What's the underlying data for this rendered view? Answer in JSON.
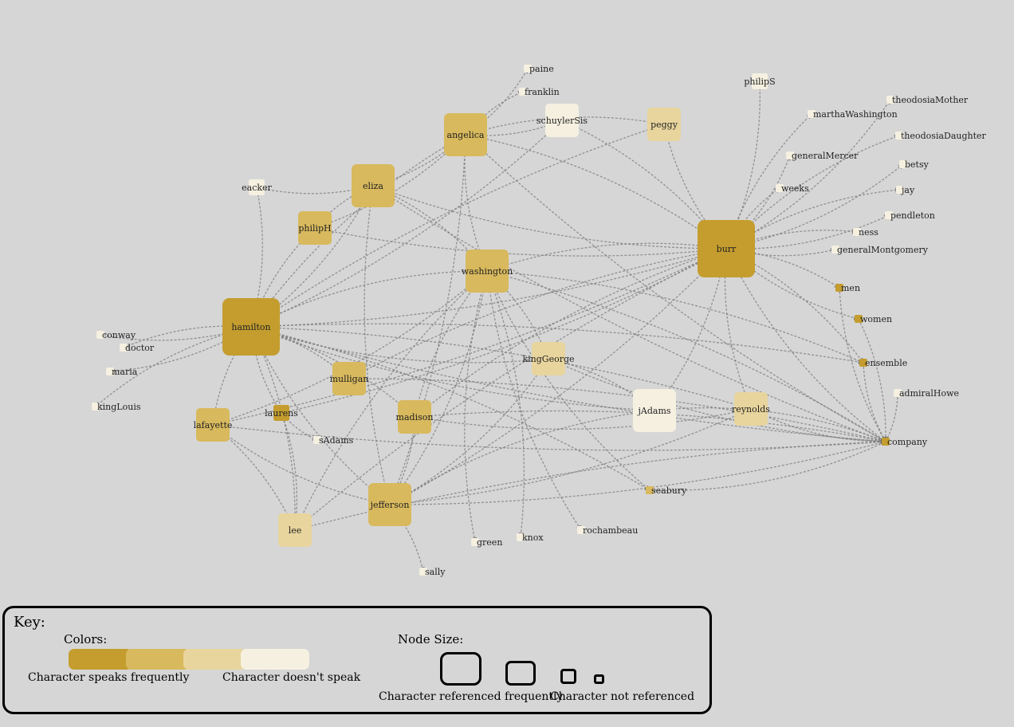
{
  "legend": {
    "title": "Key:",
    "colors_title": "Colors:",
    "color_high_label": "Character speaks frequently",
    "color_low_label": "Character doesn't speak",
    "size_title": "Node Size:",
    "size_high_label": "Character referenced frequently",
    "size_low_label": "Character not referenced",
    "color_scale": [
      "#c49d2e",
      "#d8b95d",
      "#e8d59d",
      "#f5f0e0"
    ]
  },
  "colors": {
    "background": "#d6d6d6",
    "edge": "#7a7a7a"
  },
  "nodes": [
    {
      "id": "hamilton",
      "label": "hamilton",
      "level": 0,
      "size": 4
    },
    {
      "id": "burr",
      "label": "burr",
      "level": 0,
      "size": 4
    },
    {
      "id": "angelica",
      "label": "angelica",
      "level": 1,
      "size": 3
    },
    {
      "id": "washington",
      "label": "washington",
      "level": 1,
      "size": 3
    },
    {
      "id": "eliza",
      "label": "eliza",
      "level": 1,
      "size": 3
    },
    {
      "id": "jefferson",
      "label": "jefferson",
      "level": 1,
      "size": 3
    },
    {
      "id": "lafayette",
      "label": "lafayette",
      "level": 1,
      "size": 2
    },
    {
      "id": "mulligan",
      "label": "mulligan",
      "level": 1,
      "size": 2
    },
    {
      "id": "madison",
      "label": "madison",
      "level": 1,
      "size": 2
    },
    {
      "id": "philipH",
      "label": "philipH",
      "level": 1,
      "size": 2
    },
    {
      "id": "laurens",
      "label": "laurens",
      "level": 0,
      "size": 1
    },
    {
      "id": "kingGeorge",
      "label": "kingGeorge",
      "level": 2,
      "size": 2
    },
    {
      "id": "peggy",
      "label": "peggy",
      "level": 2,
      "size": 2
    },
    {
      "id": "lee",
      "label": "lee",
      "level": 2,
      "size": 2
    },
    {
      "id": "reynolds",
      "label": "reynolds",
      "level": 2,
      "size": 2
    },
    {
      "id": "schuylerSis",
      "label": "schuylerSis",
      "level": 3,
      "size": 2
    },
    {
      "id": "jAdams",
      "label": "jAdams",
      "level": 3,
      "size": 3
    },
    {
      "id": "seabury",
      "label": "seabury",
      "level": 1,
      "size": 0
    },
    {
      "id": "men",
      "label": "men",
      "level": 0,
      "size": 0
    },
    {
      "id": "women",
      "label": "women",
      "level": 0,
      "size": 0
    },
    {
      "id": "ensemble",
      "label": "ensemble",
      "level": 0,
      "size": 0
    },
    {
      "id": "company",
      "label": "company",
      "level": 0,
      "size": 0
    },
    {
      "id": "eacker",
      "label": "eacker",
      "level": 3,
      "size": 1
    },
    {
      "id": "paine",
      "label": "paine",
      "level": 3,
      "size": 0
    },
    {
      "id": "franklin",
      "label": "franklin",
      "level": 3,
      "size": 0
    },
    {
      "id": "philipS",
      "label": "philipS",
      "level": 3,
      "size": 1
    },
    {
      "id": "marthaWashington",
      "label": "marthaWashington",
      "level": 3,
      "size": 0
    },
    {
      "id": "generalMercer",
      "label": "generalMercer",
      "level": 3,
      "size": 0
    },
    {
      "id": "weeks",
      "label": "weeks",
      "level": 3,
      "size": 0
    },
    {
      "id": "theodosiaMother",
      "label": "theodosiaMother",
      "level": 3,
      "size": 0
    },
    {
      "id": "theodosiaDaughter",
      "label": "theodosiaDaughter",
      "level": 3,
      "size": 0
    },
    {
      "id": "betsy",
      "label": "betsy",
      "level": 3,
      "size": 0
    },
    {
      "id": "jay",
      "label": "jay",
      "level": 3,
      "size": 0
    },
    {
      "id": "pendleton",
      "label": "pendleton",
      "level": 3,
      "size": 0
    },
    {
      "id": "ness",
      "label": "ness",
      "level": 3,
      "size": 0
    },
    {
      "id": "generalMontgomery",
      "label": "generalMontgomery",
      "level": 3,
      "size": 0
    },
    {
      "id": "admiralHowe",
      "label": "admiralHowe",
      "level": 3,
      "size": 0
    },
    {
      "id": "conway",
      "label": "conway",
      "level": 3,
      "size": 0
    },
    {
      "id": "doctor",
      "label": "doctor",
      "level": 3,
      "size": 0
    },
    {
      "id": "maria",
      "label": "maria",
      "level": 3,
      "size": 0
    },
    {
      "id": "kingLouis",
      "label": "kingLouis",
      "level": 3,
      "size": 0
    },
    {
      "id": "sAdams",
      "label": "sAdams",
      "level": 3,
      "size": 0
    },
    {
      "id": "green",
      "label": "green",
      "level": 3,
      "size": 0
    },
    {
      "id": "knox",
      "label": "knox",
      "level": 3,
      "size": 0
    },
    {
      "id": "rochambeau",
      "label": "rochambeau",
      "level": 3,
      "size": 0
    },
    {
      "id": "sally",
      "label": "sally",
      "level": 3,
      "size": 0
    }
  ],
  "edges": [
    [
      "hamilton",
      "burr"
    ],
    [
      "hamilton",
      "angelica"
    ],
    [
      "hamilton",
      "eliza"
    ],
    [
      "hamilton",
      "washington"
    ],
    [
      "hamilton",
      "jefferson"
    ],
    [
      "hamilton",
      "madison"
    ],
    [
      "hamilton",
      "lafayette"
    ],
    [
      "hamilton",
      "mulligan"
    ],
    [
      "hamilton",
      "laurens"
    ],
    [
      "hamilton",
      "philipH"
    ],
    [
      "hamilton",
      "kingGeorge"
    ],
    [
      "hamilton",
      "reynolds"
    ],
    [
      "hamilton",
      "jAdams"
    ],
    [
      "hamilton",
      "lee"
    ],
    [
      "hamilton",
      "eacker"
    ],
    [
      "hamilton",
      "conway"
    ],
    [
      "hamilton",
      "doctor"
    ],
    [
      "hamilton",
      "maria"
    ],
    [
      "hamilton",
      "kingLouis"
    ],
    [
      "hamilton",
      "seabury"
    ],
    [
      "hamilton",
      "company"
    ],
    [
      "hamilton",
      "ensemble"
    ],
    [
      "hamilton",
      "schuylerSis"
    ],
    [
      "hamilton",
      "peggy"
    ],
    [
      "burr",
      "angelica"
    ],
    [
      "burr",
      "eliza"
    ],
    [
      "burr",
      "washington"
    ],
    [
      "burr",
      "jefferson"
    ],
    [
      "burr",
      "madison"
    ],
    [
      "burr",
      "lafayette"
    ],
    [
      "burr",
      "mulligan"
    ],
    [
      "burr",
      "laurens"
    ],
    [
      "burr",
      "philipS"
    ],
    [
      "burr",
      "marthaWashington"
    ],
    [
      "burr",
      "generalMercer"
    ],
    [
      "burr",
      "weeks"
    ],
    [
      "burr",
      "theodosiaMother"
    ],
    [
      "burr",
      "theodosiaDaughter"
    ],
    [
      "burr",
      "betsy"
    ],
    [
      "burr",
      "jay"
    ],
    [
      "burr",
      "pendleton"
    ],
    [
      "burr",
      "ness"
    ],
    [
      "burr",
      "generalMontgomery"
    ],
    [
      "burr",
      "men"
    ],
    [
      "burr",
      "women"
    ],
    [
      "burr",
      "ensemble"
    ],
    [
      "burr",
      "company"
    ],
    [
      "burr",
      "peggy"
    ],
    [
      "burr",
      "schuylerSis"
    ],
    [
      "burr",
      "jAdams"
    ],
    [
      "burr",
      "reynolds"
    ],
    [
      "burr",
      "philipH"
    ],
    [
      "burr",
      "lee"
    ],
    [
      "angelica",
      "eliza"
    ],
    [
      "angelica",
      "schuylerSis"
    ],
    [
      "angelica",
      "peggy"
    ],
    [
      "angelica",
      "washington"
    ],
    [
      "angelica",
      "jefferson"
    ],
    [
      "angelica",
      "paine"
    ],
    [
      "angelica",
      "franklin"
    ],
    [
      "angelica",
      "company"
    ],
    [
      "angelica",
      "philipH"
    ],
    [
      "eliza",
      "philipH"
    ],
    [
      "eliza",
      "washington"
    ],
    [
      "eliza",
      "company"
    ],
    [
      "eliza",
      "eacker"
    ],
    [
      "eliza",
      "jefferson"
    ],
    [
      "washington",
      "jefferson"
    ],
    [
      "washington",
      "madison"
    ],
    [
      "washington",
      "lafayette"
    ],
    [
      "washington",
      "lee"
    ],
    [
      "washington",
      "kingGeorge"
    ],
    [
      "washington",
      "green"
    ],
    [
      "washington",
      "knox"
    ],
    [
      "washington",
      "rochambeau"
    ],
    [
      "washington",
      "company"
    ],
    [
      "washington",
      "seabury"
    ],
    [
      "washington",
      "ensemble"
    ],
    [
      "jefferson",
      "madison"
    ],
    [
      "jefferson",
      "sally"
    ],
    [
      "jefferson",
      "company"
    ],
    [
      "jefferson",
      "jAdams"
    ],
    [
      "jefferson",
      "reynolds"
    ],
    [
      "jefferson",
      "lafayette"
    ],
    [
      "jefferson",
      "kingGeorge"
    ],
    [
      "madison",
      "company"
    ],
    [
      "madison",
      "reynolds"
    ],
    [
      "lafayette",
      "lee"
    ],
    [
      "lafayette",
      "company"
    ],
    [
      "laurens",
      "lee"
    ],
    [
      "laurens",
      "sAdams"
    ],
    [
      "mulligan",
      "company"
    ],
    [
      "kingGeorge",
      "company"
    ],
    [
      "kingGeorge",
      "jAdams"
    ],
    [
      "reynolds",
      "company"
    ],
    [
      "jAdams",
      "company"
    ],
    [
      "seabury",
      "company"
    ],
    [
      "admiralHowe",
      "company"
    ],
    [
      "ensemble",
      "company"
    ],
    [
      "women",
      "company"
    ],
    [
      "men",
      "company"
    ],
    [
      "lee",
      "company"
    ]
  ]
}
